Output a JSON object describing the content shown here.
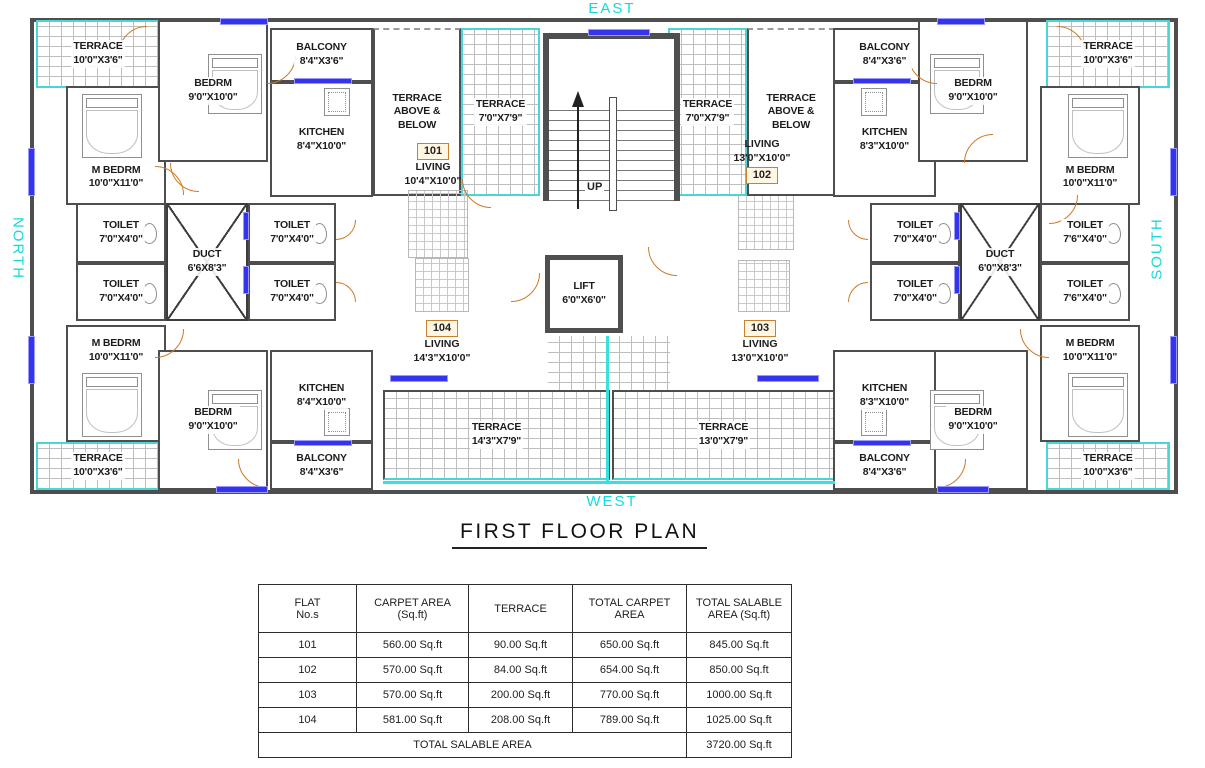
{
  "compass": {
    "north": "NORTH",
    "south": "SOUTH",
    "east": "EAST",
    "west": "WEST"
  },
  "title": "FIRST FLOOR PLAN",
  "stairs": {
    "up_label": "UP"
  },
  "flats": {
    "f101": "101",
    "f102": "102",
    "f103": "103",
    "f104": "104"
  },
  "rooms": {
    "terrace_small": {
      "label": "TERRACE",
      "dims": "10'0\"X3'6\""
    },
    "m_bedrm": {
      "label": "M BEDRM",
      "dims": "10'0\"X11'0\""
    },
    "bedrm": {
      "label": "BEDRM",
      "dims": "9'0\"X10'0\""
    },
    "balcony": {
      "label": "BALCONY",
      "dims": "8'4\"X3'6\""
    },
    "kitchen_84": {
      "label": "KITCHEN",
      "dims": "8'4\"X10'0\""
    },
    "kitchen_83": {
      "label": "KITCHEN",
      "dims": "8'3\"X10'0\""
    },
    "terrace_above_below": {
      "label": "TERRACE",
      "dims": "ABOVE & BELOW"
    },
    "terrace_779": {
      "label": "TERRACE",
      "dims": "7'0\"X7'9\""
    },
    "toilet_70": {
      "label": "TOILET",
      "dims": "7'0\"X4'0\""
    },
    "toilet_76": {
      "label": "TOILET",
      "dims": "7'6\"X4'0\""
    },
    "duct_left": {
      "label": "DUCT",
      "dims": "6'6X8'3\""
    },
    "duct_right": {
      "label": "DUCT",
      "dims": "6'0\"X8'3\""
    },
    "lift": {
      "label": "LIFT",
      "dims": "6'0\"X6'0\""
    },
    "living_101": {
      "label": "LIVING",
      "dims": "10'4\"X10'0\""
    },
    "living_102": {
      "label": "LIVING",
      "dims": "13'0\"X10'0\""
    },
    "living_103": {
      "label": "LIVING",
      "dims": "13'0\"X10'0\""
    },
    "living_104": {
      "label": "LIVING",
      "dims": "14'3\"X10'0\""
    },
    "terrace_104": {
      "label": "TERRACE",
      "dims": "14'3\"X7'9\""
    },
    "terrace_103": {
      "label": "TERRACE",
      "dims": "13'0\"X7'9\""
    }
  },
  "table": {
    "headers": [
      "FLAT\nNo.s",
      "CARPET AREA\n(Sq.ft)",
      "TERRACE",
      "TOTAL CARPET\nAREA",
      "TOTAL SALABLE\nAREA (Sq.ft)"
    ],
    "rows": [
      {
        "flat": "101",
        "carpet": "560.00 Sq.ft",
        "terrace": "90.00 Sq.ft",
        "total_carpet": "650.00 Sq.ft",
        "salable": "845.00 Sq.ft"
      },
      {
        "flat": "102",
        "carpet": "570.00 Sq.ft",
        "terrace": "84.00 Sq.ft",
        "total_carpet": "654.00 Sq.ft",
        "salable": "850.00 Sq.ft"
      },
      {
        "flat": "103",
        "carpet": "570.00 Sq.ft",
        "terrace": "200.00 Sq.ft",
        "total_carpet": "770.00 Sq.ft",
        "salable": "1000.00 Sq.ft"
      },
      {
        "flat": "104",
        "carpet": "581.00 Sq.ft",
        "terrace": "208.00 Sq.ft",
        "total_carpet": "789.00 Sq.ft",
        "salable": "1025.00 Sq.ft"
      }
    ],
    "footer": {
      "label": "TOTAL SALABLE AREA",
      "value": "3720.00 Sq.ft"
    }
  },
  "colors": {
    "accent_cyan": "#16dada",
    "wall_gray": "#4e4e4e",
    "window_blue": "#3434ee",
    "door_orange": "#cd7a28",
    "flat_box_border": "#c8812f"
  }
}
